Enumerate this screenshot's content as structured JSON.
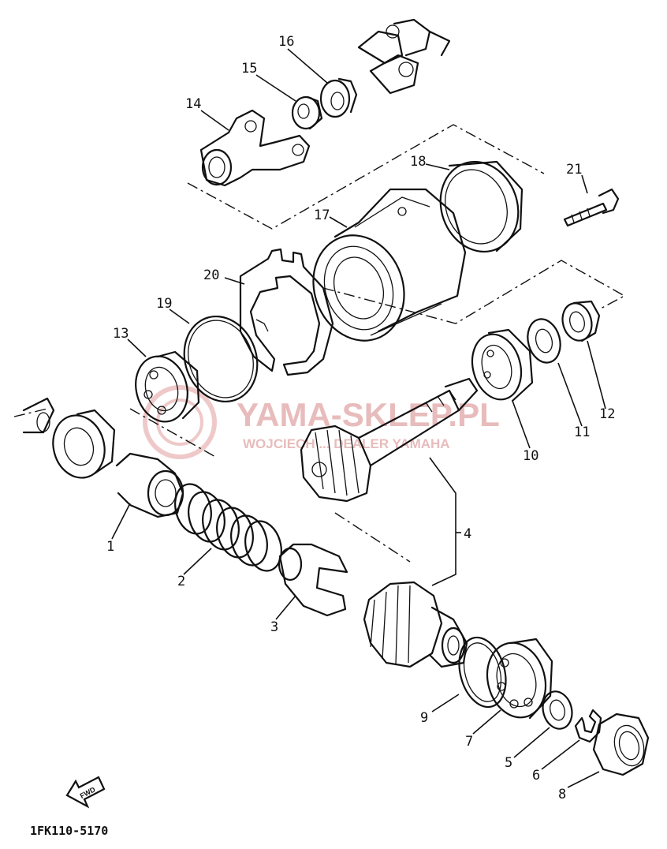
{
  "labels": {
    "p1": "1",
    "p2": "2",
    "p3": "3",
    "p4": "4",
    "p5": "5",
    "p6": "6",
    "p7": "7",
    "p8": "8",
    "p9": "9",
    "p10": "10",
    "p11": "11",
    "p12": "12",
    "p13": "13",
    "p14": "14",
    "p15": "15",
    "p16": "16",
    "p17": "17",
    "p18": "18",
    "p19": "19",
    "p20": "20",
    "p21": "21"
  },
  "watermark": {
    "title": "YAMA-SKLEP.PL",
    "subtitle": "WOJCIECH ... DEALER YAMAHA"
  },
  "fwd_label": "FWD",
  "diagram_code": "1FK110-5170",
  "colors": {
    "line": "#111111",
    "watermark": "#e8bcbc"
  }
}
